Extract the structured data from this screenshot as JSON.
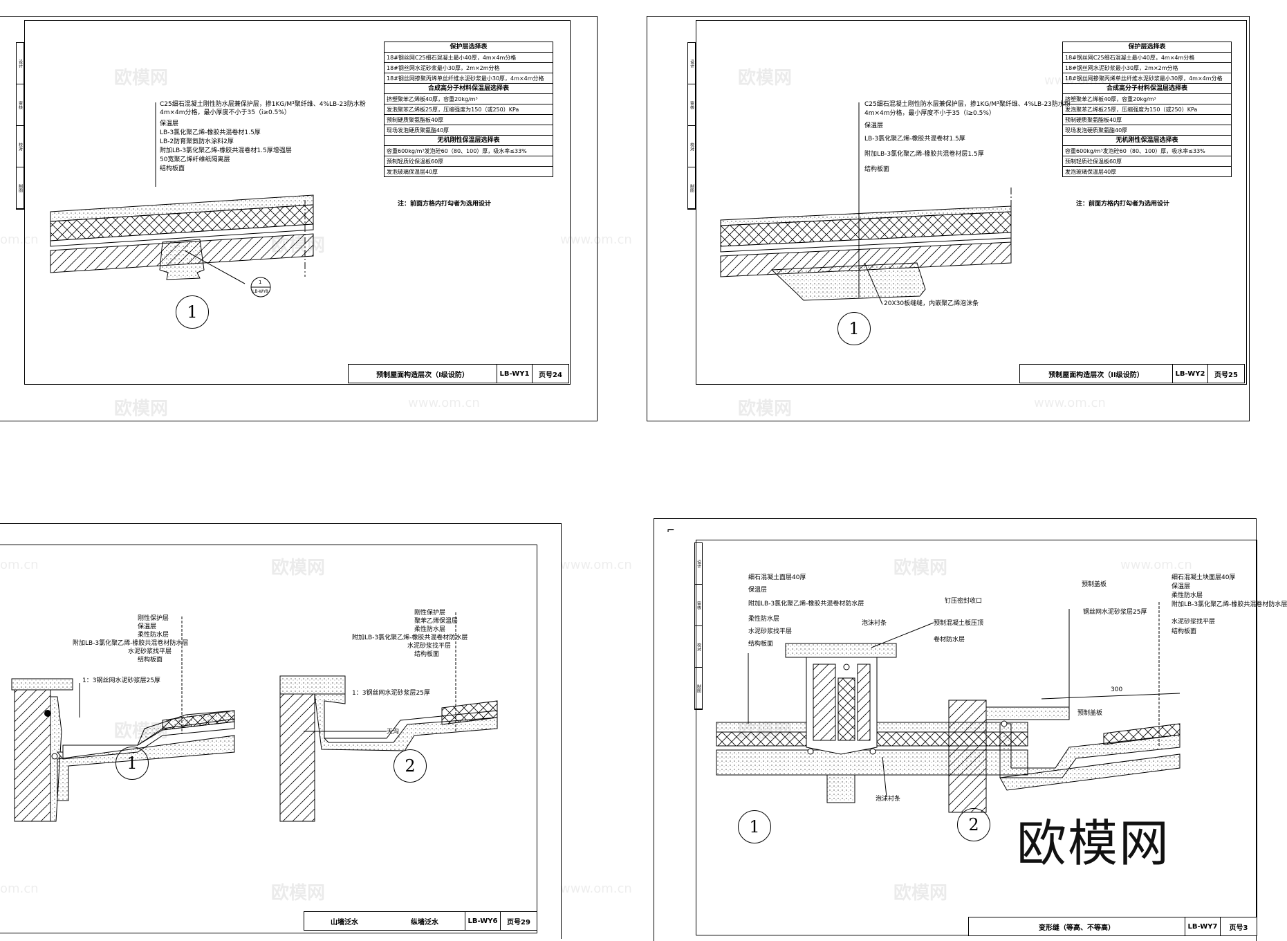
{
  "sheet1": {
    "protection_table": {
      "header": "保护层选择表",
      "rows": [
        "18#钢丝网C25细石混凝土最小40厚，4m×4m分格",
        "18#钢丝网水泥砂浆最小30厚，2m×2m分格",
        "18#钢丝网掺聚丙烯单丝纤维水泥砂浆最小30厚，4m×4m分格"
      ],
      "header2": "合成高分子材料保温层选择表",
      "rows2": [
        "挤塑聚苯乙烯板40厚，容重20kg/m³",
        "发泡聚苯乙烯板25厚，压缩强度为150（或250）KPa",
        "预制硬质聚氨酯板40厚",
        "现场发泡硬质聚氨酯40厚"
      ],
      "header3": "无机刚性保温层选择表",
      "rows3": [
        "容重600kg/m³发泡砼60（80、100）厚，吸水率≤33%",
        "预制轻质砼保温板60厚",
        "发泡玻璃保温层40厚"
      ]
    },
    "note": "注：前面方格内打勾者为选用设计",
    "callouts": [
      "C25细石混凝土刚性防水层兼保护层，掺1KG/M³聚纤维、4%LB-23防水粉",
      "4m×4m分格，最小厚度不小于35（i≥0.5%）",
      "保温层",
      "LB-3氯化聚乙烯-橡胶共混卷材1.5厚",
      "LB-2防育聚氨防水涂料2厚",
      "附加LB-3氯化聚乙烯-橡胶共混卷材1.5厚增强层",
      "50宽聚乙烯纤维纸隔离层",
      "结构板面"
    ],
    "detail_ref_top": "1",
    "detail_ref_bottom": "LB-WY8",
    "number": "1",
    "title": "预制屋面构造层次（I级设防）",
    "code": "LB-WY1",
    "page": "页号24"
  },
  "sheet2": {
    "callouts": [
      "C25细石混凝土刚性防水层兼保护层，掺1KG/M³聚纤维、4%LB-23防水粉",
      "4m×4m分格，最小厚度不小于35（i≥0.5%）",
      "保温层",
      "LB-3氯化聚乙烯-橡胶共混卷材1.5厚",
      "附加LB-3氯化聚乙烯-橡胶共混卷材层1.5厚",
      "结构板面"
    ],
    "joint_note": "20X30板缝缝，内嵌聚乙烯泡沫条",
    "note": "注：前面方格内打勾者为选用设计",
    "number": "1",
    "title": "预制屋面构造层次（II级设防）",
    "code": "LB-WY2",
    "page": "页号25"
  },
  "sheet3": {
    "callouts_a": [
      "刚性保护层",
      "保温层",
      "柔性防水层",
      "附加LB-3氯化聚乙烯-橡胶共混卷材防水层",
      "水泥砂浆找平层",
      "结构板面"
    ],
    "callouts_b": [
      "刚性保护层",
      "聚苯乙烯保温层",
      "柔性防水层",
      "附加LB-3氯化聚乙烯-橡胶共混卷材防水层",
      "水泥砂浆找平层",
      "结构板面"
    ],
    "mortar_a": "1：3钢丝网水泥砂浆层25厚",
    "mortar_b": "1：3钢丝网水泥砂浆层25厚",
    "gutter": "天沟",
    "number_a": "1",
    "number_b": "2",
    "title_a": "山墙泛水",
    "title_b": "纵墙泛水",
    "code": "LB-WY6",
    "page": "页号29"
  },
  "sheet4": {
    "callouts_a": [
      "细石混凝土面层40厚",
      "保温层",
      "附加LB-3氯化聚乙烯-橡胶共混卷材防水层",
      "柔性防水层",
      "水泥砂浆找平层",
      "结构板面"
    ],
    "top_labels": [
      "泡沫衬条",
      "预制混凝土板压顶",
      "卷材防水层"
    ],
    "bottom_label": "泡沫衬条",
    "callouts_b": [
      "细石混凝土块面层40厚",
      "保温层",
      "柔性防水层",
      "附加LB-3氯化聚乙烯-橡胶共混卷材防水层",
      "水泥砂浆找平层",
      "结构板面"
    ],
    "left_b": [
      "钉压密封收口",
      "预制盖板",
      "钢丝网水泥砂浆层25厚",
      "预制盖板"
    ],
    "dim": "300",
    "number_a": "1",
    "number_b": "2",
    "title": "变形缝（等高、不等高）",
    "code": "LB-WY7",
    "page": "页号3"
  },
  "side_strip": [
    "设计",
    "审核",
    "校对",
    "制图"
  ],
  "watermarks": {
    "brand": "欧模网",
    "url": "www.om.cn",
    "url_short": "om.cn"
  }
}
